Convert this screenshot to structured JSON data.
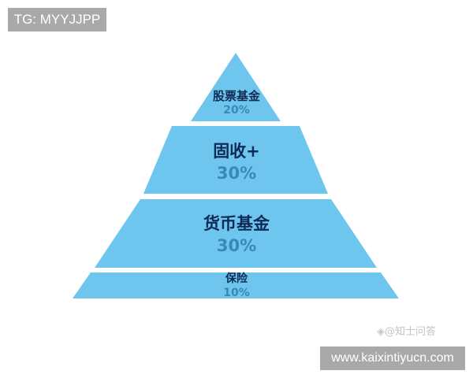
{
  "top_badge": "TG: MYYJJPP",
  "pyramid": {
    "fill_color": "#6ec6ee",
    "tiers": [
      {
        "label": "股票基金",
        "percent": "20%"
      },
      {
        "label": "固收+",
        "percent": "30%"
      },
      {
        "label": "货币基金",
        "percent": "30%"
      },
      {
        "label": "保险",
        "percent": "10%"
      }
    ]
  },
  "watermark": "@知士问答",
  "bottom_badge": "www.kaixintiyucn.com"
}
